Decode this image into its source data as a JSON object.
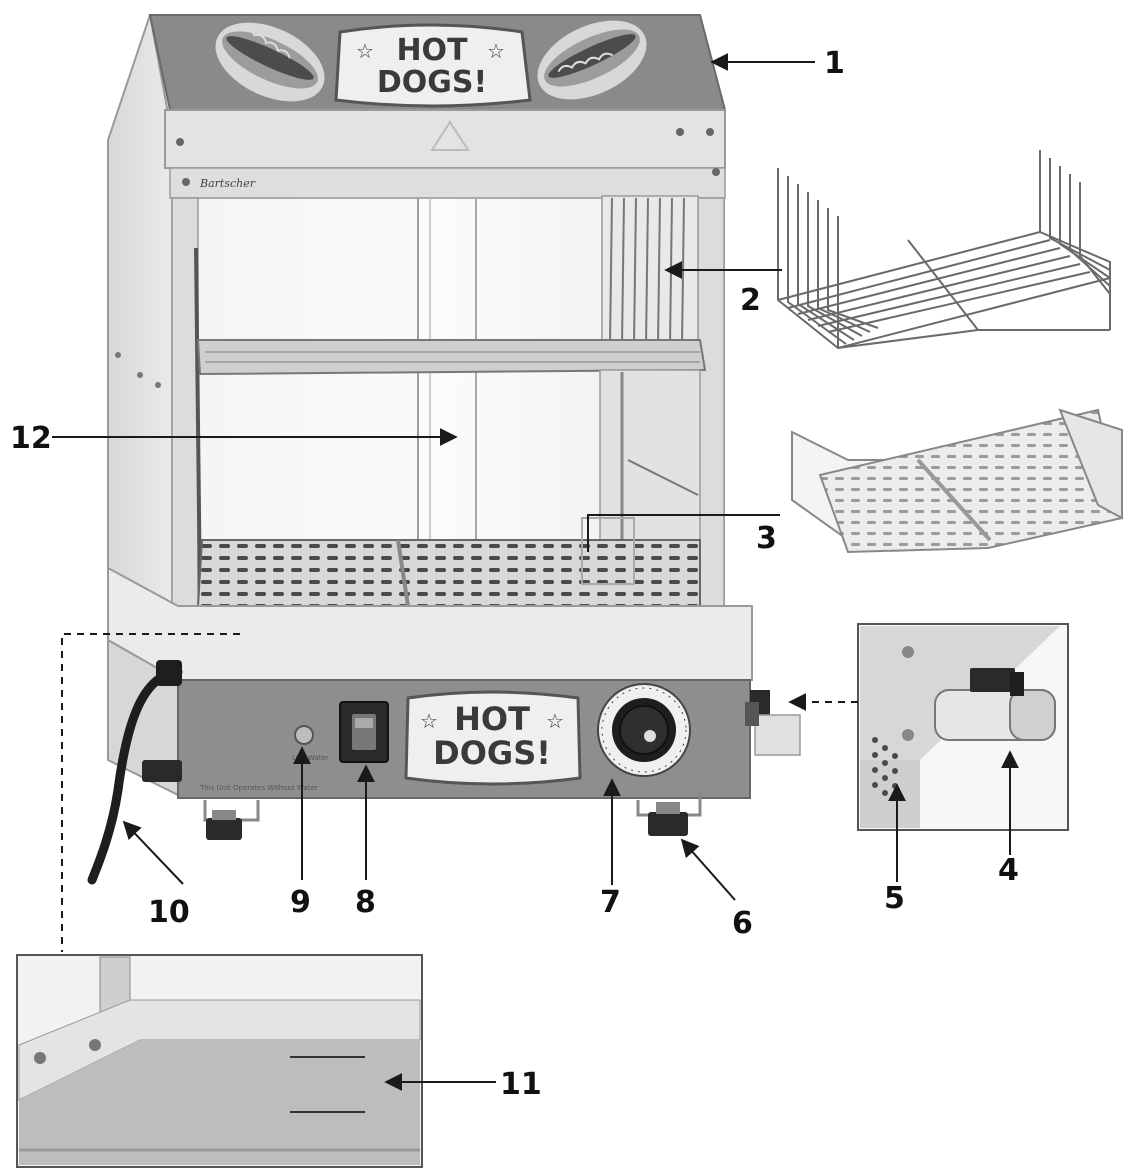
{
  "figure": {
    "brand": "Bartscher",
    "top_sign": {
      "line1": "HOT",
      "line2": "DOGS!"
    },
    "front_sign": {
      "line1": "HOT",
      "line2": "DOGS!"
    },
    "star": "☆"
  },
  "callouts": [
    {
      "id": "1",
      "label": "1"
    },
    {
      "id": "2",
      "label": "2"
    },
    {
      "id": "3",
      "label": "3"
    },
    {
      "id": "4",
      "label": "4"
    },
    {
      "id": "5",
      "label": "5"
    },
    {
      "id": "6",
      "label": "6"
    },
    {
      "id": "7",
      "label": "7"
    },
    {
      "id": "8",
      "label": "8"
    },
    {
      "id": "9",
      "label": "9"
    },
    {
      "id": "10",
      "label": "10"
    },
    {
      "id": "11",
      "label": "11"
    },
    {
      "id": "12",
      "label": "12"
    }
  ],
  "colors": {
    "steel_light": "#e6e6e6",
    "steel_mid": "#c4c4c4",
    "steel_dark": "#8e8e8e",
    "panel_dark": "#8a8a8a",
    "knob": "#1e1e1e",
    "line": "#1a1a1a"
  }
}
